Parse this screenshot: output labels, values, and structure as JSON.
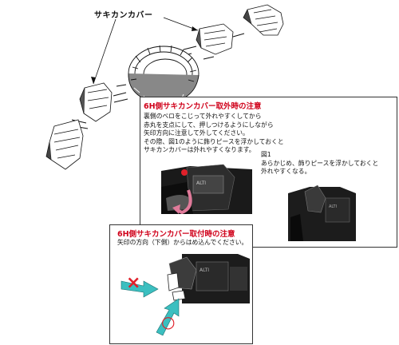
{
  "header": {
    "part_label": "サキカンカバー"
  },
  "removal": {
    "title": "6H側サキカンカバー取外時の注意",
    "lines": [
      "裏側のベロをこじって外れやすくしてから",
      "赤丸を支点にして、押しつけるようにしながら",
      "矢印方向に注意して外してください。",
      "その際、図1のように飾りピースを浮かしておくと",
      "サキカンカバーは外れやすくなります。"
    ],
    "figure_label": "図1",
    "figure_lines": [
      "あらかじめ、飾りピースを浮かしておくと",
      "外れやすくなる。"
    ]
  },
  "install": {
    "title": "6H側サキカンカバー取付時の注意",
    "instruction": "矢印の方向（下側）からはめ込んでください。"
  },
  "marks": {
    "ng": "×",
    "ok": "○"
  },
  "colors": {
    "title_red": "#d0021b",
    "arrow_teal": "#3bbfc0",
    "mark_red": "#e0202a"
  }
}
